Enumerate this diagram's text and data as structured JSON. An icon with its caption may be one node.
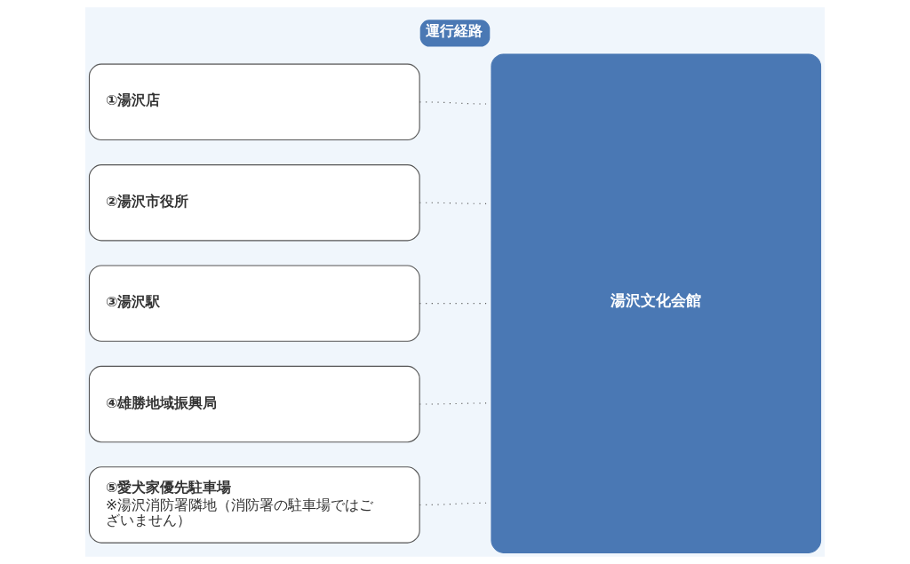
{
  "diagram": {
    "title": "運行経路",
    "nodes": [
      {
        "text": [
          "①湯沢店"
        ]
      },
      {
        "text": [
          "②湯沢市役所"
        ]
      },
      {
        "text": [
          "③湯沢駅"
        ]
      },
      {
        "text": [
          "④雄勝地域振興局"
        ]
      },
      {
        "text": [
          "⑤愛犬家優先駐車場",
          "※湯沢消防署隣地（消防署の駐車場ではございません）"
        ]
      },
      {
        "text": [
          "湯沢文化会館"
        ]
      }
    ],
    "edges": [
      {
        "from": 0,
        "to": 5,
        "arrow": "none",
        "style": "dashed"
      },
      {
        "from": 1,
        "to": 5,
        "arrow": "none",
        "style": "dashed"
      },
      {
        "from": 2,
        "to": 5,
        "arrow": "none",
        "style": "dashed"
      },
      {
        "from": 3,
        "to": 5,
        "arrow": "none",
        "style": "dashed"
      },
      {
        "from": 4,
        "to": 5,
        "arrow": "none",
        "style": "dashed"
      }
    ]
  }
}
